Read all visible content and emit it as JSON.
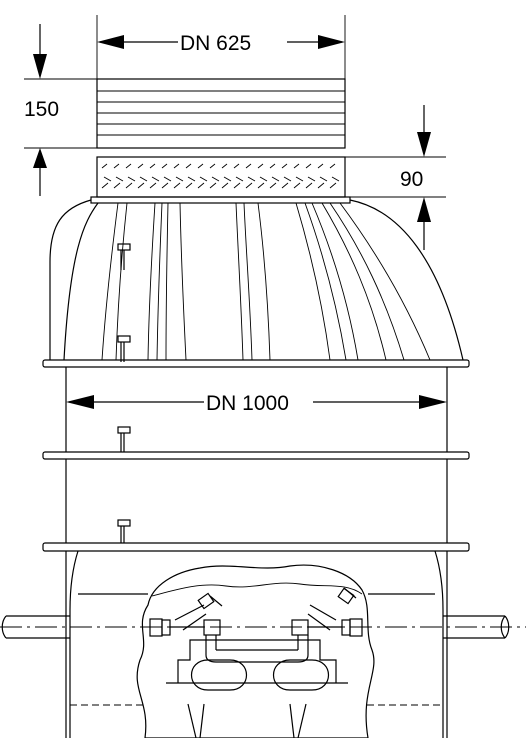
{
  "dimensions": {
    "cover_diameter": "DN 625",
    "cover_height": "150",
    "ring_height": "90",
    "shaft_diameter": "DN 1000"
  },
  "colors": {
    "line": "#000000",
    "background": "#ffffff"
  }
}
